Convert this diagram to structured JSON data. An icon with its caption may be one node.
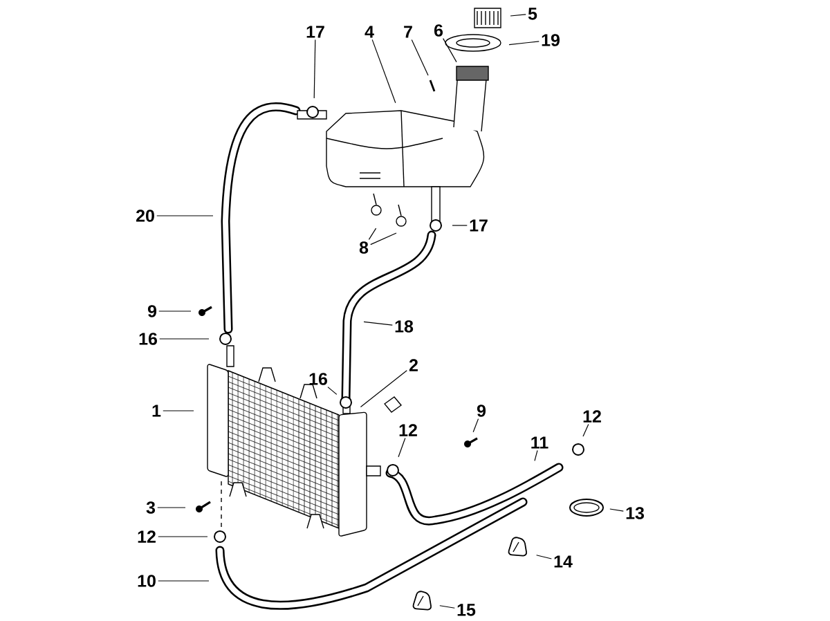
{
  "diagram": {
    "nodes": [
      {
        "text": [
          "5"
        ]
      },
      {
        "text": [
          "17"
        ]
      },
      {
        "text": [
          "4"
        ]
      },
      {
        "text": [
          "7"
        ]
      },
      {
        "text": [
          "6"
        ]
      },
      {
        "text": [
          "19"
        ]
      },
      {
        "text": [
          "20"
        ]
      },
      {
        "text": [
          "17"
        ]
      },
      {
        "text": [
          "8"
        ]
      },
      {
        "text": [
          "9"
        ]
      },
      {
        "text": [
          "18"
        ]
      },
      {
        "text": [
          "16"
        ]
      },
      {
        "text": [
          "2"
        ]
      },
      {
        "text": [
          "16"
        ]
      },
      {
        "text": [
          "1"
        ]
      },
      {
        "text": [
          "9"
        ]
      },
      {
        "text": [
          "12"
        ]
      },
      {
        "text": [
          "12"
        ]
      },
      {
        "text": [
          "11"
        ]
      },
      {
        "text": [
          "3"
        ]
      },
      {
        "text": [
          "13"
        ]
      },
      {
        "text": [
          "12"
        ]
      },
      {
        "text": [
          "14"
        ]
      },
      {
        "text": [
          "10"
        ]
      },
      {
        "text": [
          "15"
        ]
      }
    ],
    "edges": [
      {
        "from": 0,
        "to": null,
        "arrow": "none"
      },
      {
        "from": 1,
        "to": null,
        "arrow": "none"
      },
      {
        "from": 2,
        "to": null,
        "arrow": "none"
      },
      {
        "from": 3,
        "to": null,
        "arrow": "none"
      },
      {
        "from": 4,
        "to": null,
        "arrow": "none"
      },
      {
        "from": 5,
        "to": null,
        "arrow": "none"
      },
      {
        "from": 6,
        "to": null,
        "arrow": "none"
      },
      {
        "from": 7,
        "to": null,
        "arrow": "none"
      },
      {
        "from": 8,
        "to": null,
        "arrow": "none"
      },
      {
        "from": 8,
        "to": null,
        "arrow": "none"
      },
      {
        "from": 9,
        "to": null,
        "arrow": "none"
      },
      {
        "from": 10,
        "to": null,
        "arrow": "none"
      },
      {
        "from": 11,
        "to": null,
        "arrow": "none"
      },
      {
        "from": 12,
        "to": null,
        "arrow": "none"
      },
      {
        "from": 13,
        "to": null,
        "arrow": "none"
      },
      {
        "from": 14,
        "to": null,
        "arrow": "none"
      },
      {
        "from": 15,
        "to": null,
        "arrow": "none"
      },
      {
        "from": 16,
        "to": null,
        "arrow": "none"
      },
      {
        "from": 17,
        "to": null,
        "arrow": "none"
      },
      {
        "from": 18,
        "to": null,
        "arrow": "none"
      },
      {
        "from": 19,
        "to": null,
        "arrow": "none"
      },
      {
        "from": 20,
        "to": null,
        "arrow": "none"
      },
      {
        "from": 21,
        "to": null,
        "arrow": "none"
      },
      {
        "from": 22,
        "to": null,
        "arrow": "none"
      },
      {
        "from": 23,
        "to": null,
        "arrow": "none"
      },
      {
        "from": 24,
        "to": null,
        "arrow": "none"
      }
    ]
  }
}
